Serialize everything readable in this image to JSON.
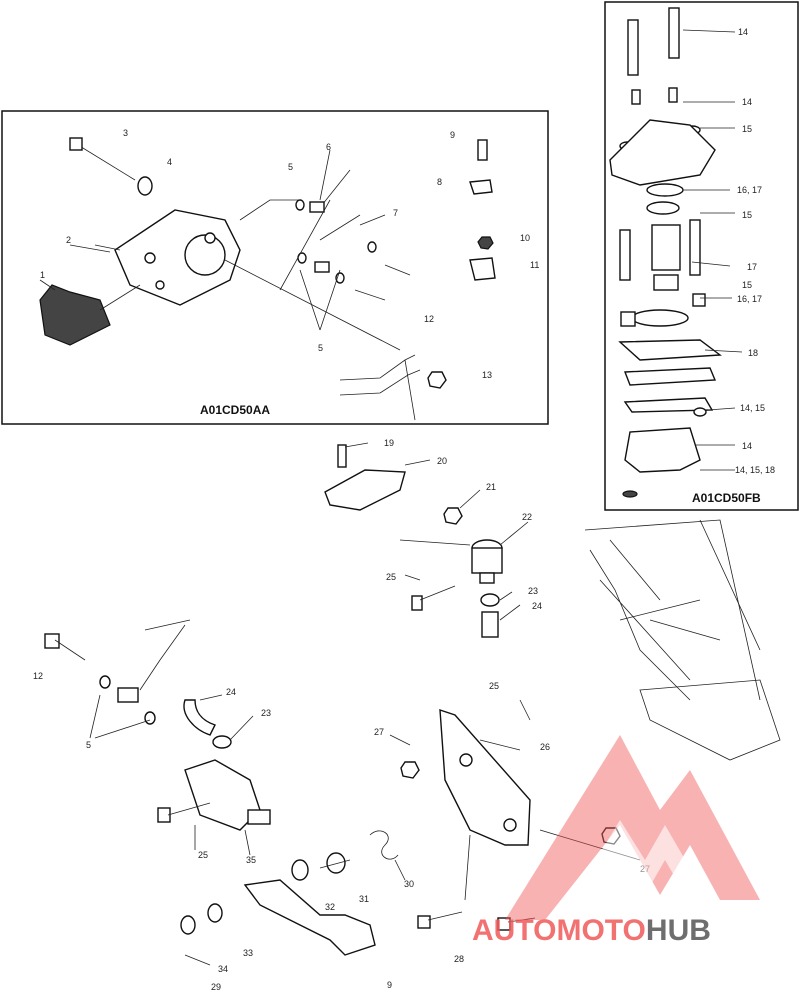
{
  "frames": {
    "left": {
      "title": "A01CD50AA"
    },
    "right": {
      "title": "A01CD50FB"
    }
  },
  "callouts_left": [
    "1",
    "2",
    "3",
    "4",
    "5",
    "6",
    "7",
    "8",
    "9",
    "10",
    "11",
    "12",
    "5",
    "13"
  ],
  "callouts_right": [
    "14",
    "14",
    "15",
    "16, 17",
    "15",
    "17",
    "15",
    "16, 17",
    "18",
    "14, 15",
    "14",
    "14, 15, 18"
  ],
  "callouts_main": [
    "19",
    "20",
    "21",
    "22",
    "25",
    "23",
    "24",
    "12",
    "5",
    "24",
    "23",
    "25",
    "35",
    "25",
    "26",
    "27",
    "27",
    "30",
    "31",
    "32",
    "33",
    "34",
    "29",
    "9",
    "28"
  ],
  "watermark": {
    "brand_part1": "AUTOMOTO",
    "brand_part2": "HUB",
    "color_primary": "#f05a5a",
    "color_secondary": "#555555"
  }
}
